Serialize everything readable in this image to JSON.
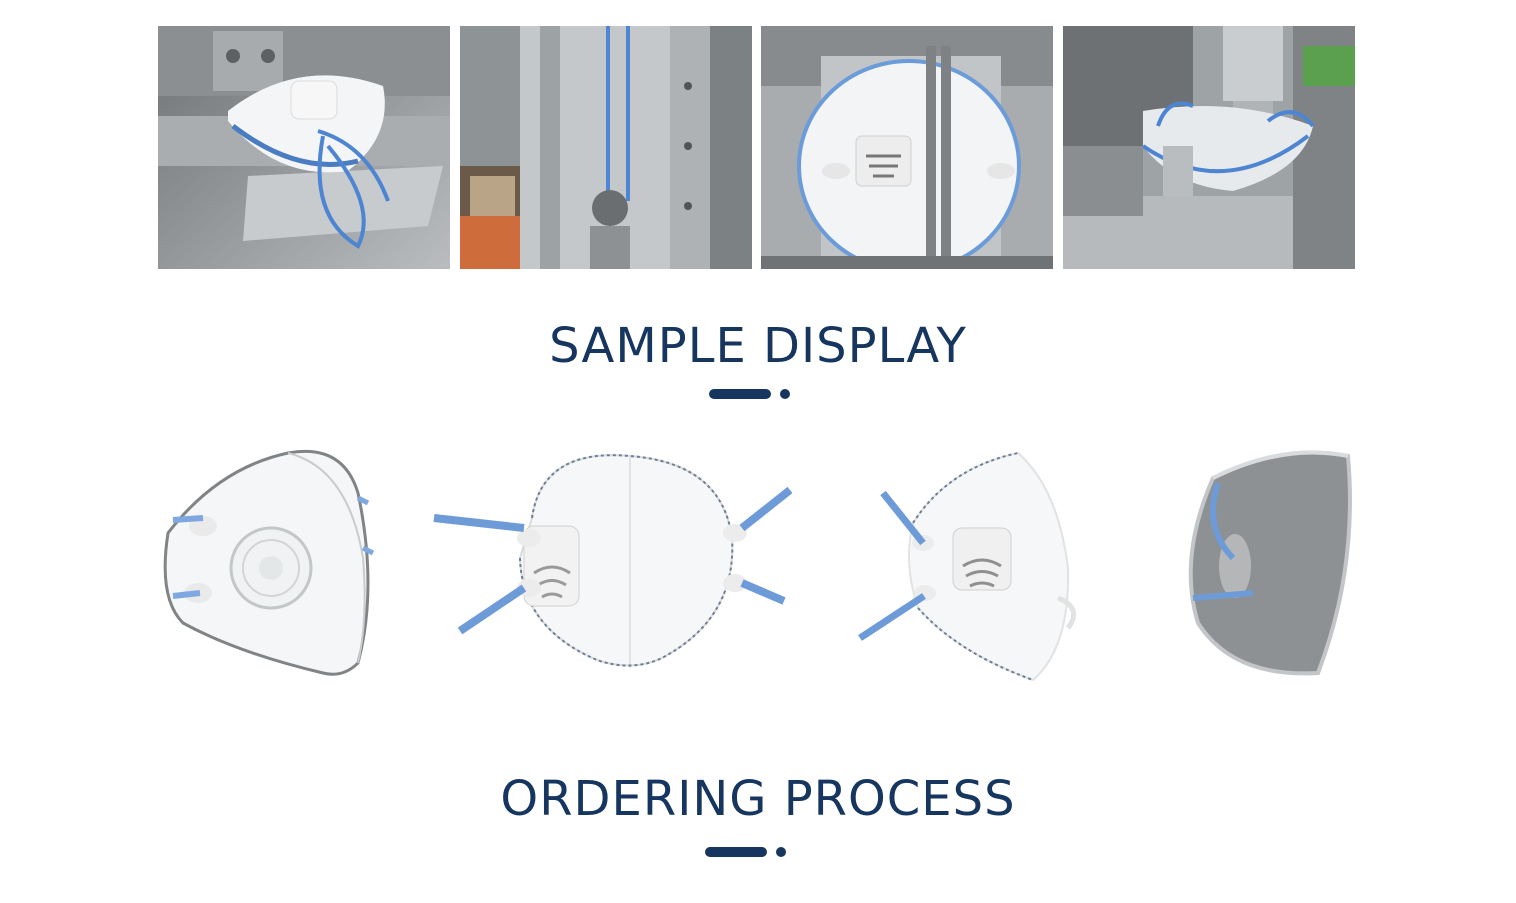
{
  "machine_photos": [
    {
      "name": "mask-valve-on-conveyor-photo"
    },
    {
      "name": "strap-guide-column-photo"
    },
    {
      "name": "mask-in-welding-fixture-photo"
    },
    {
      "name": "ear-loop-welding-station-photo"
    }
  ],
  "sections": {
    "sample_display": {
      "title": "SAMPLE DISPLAY"
    },
    "ordering_process": {
      "title": "ORDERING PROCESS"
    }
  },
  "samples": [
    {
      "name": "cup-mask-clear-valve"
    },
    {
      "name": "folded-mask-front-valve"
    },
    {
      "name": "folded-mask-side-valve"
    },
    {
      "name": "activated-carbon-cup-mask"
    }
  ],
  "colors": {
    "title": "#16365f",
    "accent": "#16365f",
    "strap_blue": "#6f9fd8",
    "steel": "#9ea3a6"
  }
}
